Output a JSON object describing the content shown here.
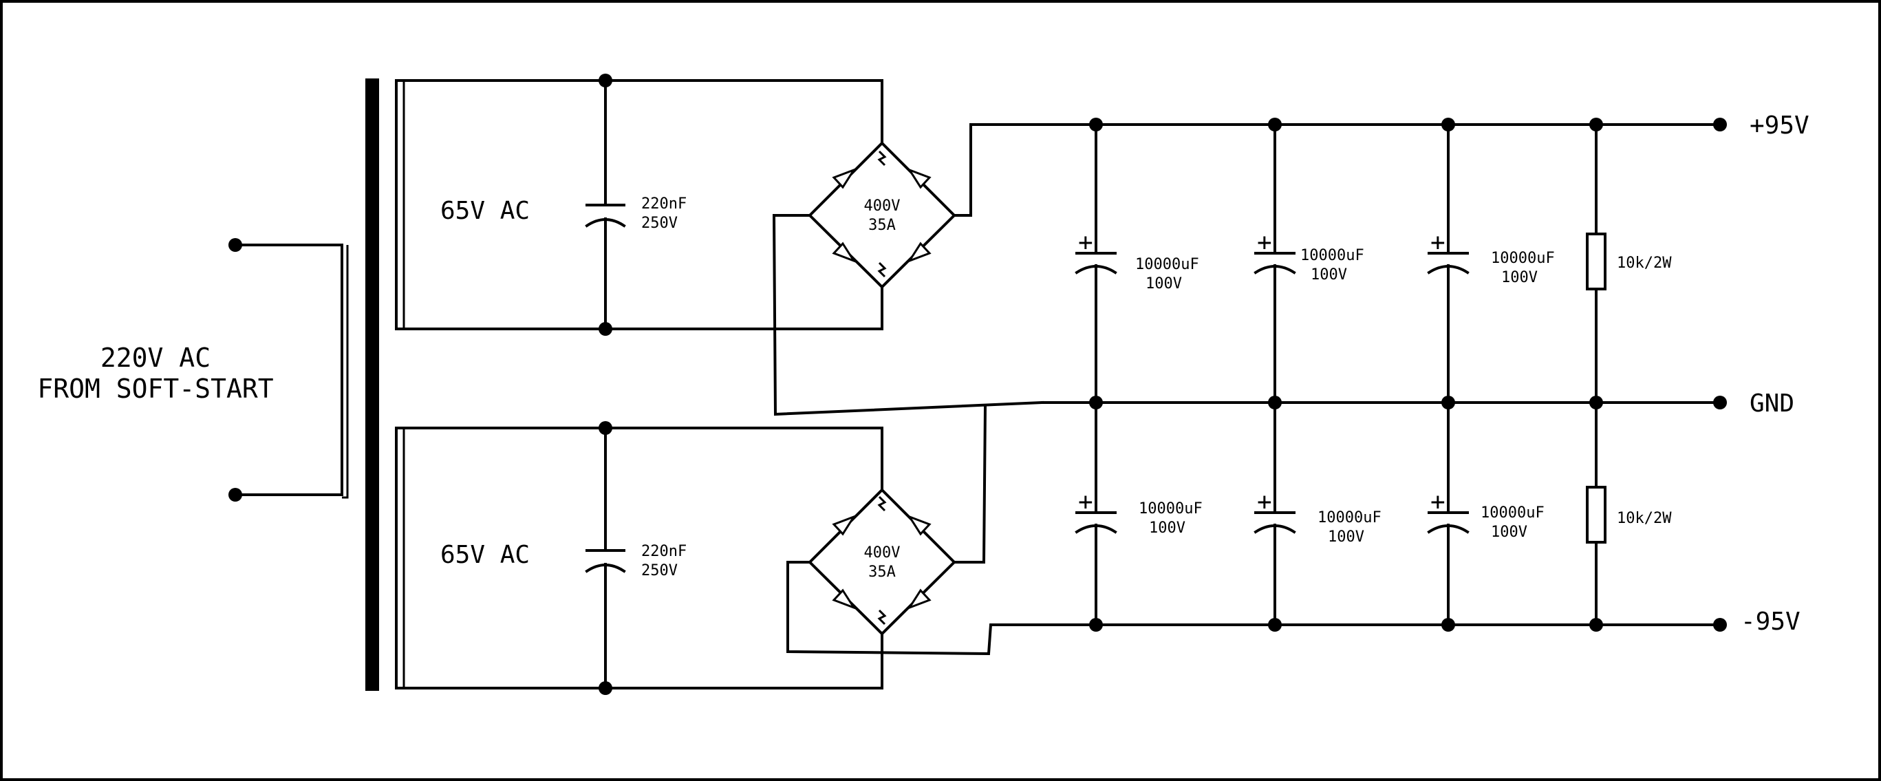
{
  "input": {
    "line1": "220V AC",
    "line2": "FROM SOFT-START"
  },
  "secondaries": [
    {
      "voltage": "65V AC",
      "cap_value": "220nF",
      "cap_rating": "250V"
    },
    {
      "voltage": "65V AC",
      "cap_value": "220nF",
      "cap_rating": "250V"
    }
  ],
  "bridges": [
    {
      "voltage": "400V",
      "current": "35A"
    },
    {
      "voltage": "400V",
      "current": "35A"
    }
  ],
  "filter_caps": {
    "upper": [
      {
        "value": "10000uF",
        "rating": "100V"
      },
      {
        "value": "10000uF",
        "rating": "100V"
      },
      {
        "value": "10000uF",
        "rating": "100V"
      }
    ],
    "lower": [
      {
        "value": "10000uF",
        "rating": "100V"
      },
      {
        "value": "10000uF",
        "rating": "100V"
      },
      {
        "value": "10000uF",
        "rating": "100V"
      }
    ],
    "polarity_mark": "+"
  },
  "bleeder_resistors": [
    {
      "value": "10k/2W"
    },
    {
      "value": "10k/2W"
    }
  ],
  "outputs": {
    "positive": "+95V",
    "ground": "GND",
    "negative": "-95V"
  }
}
